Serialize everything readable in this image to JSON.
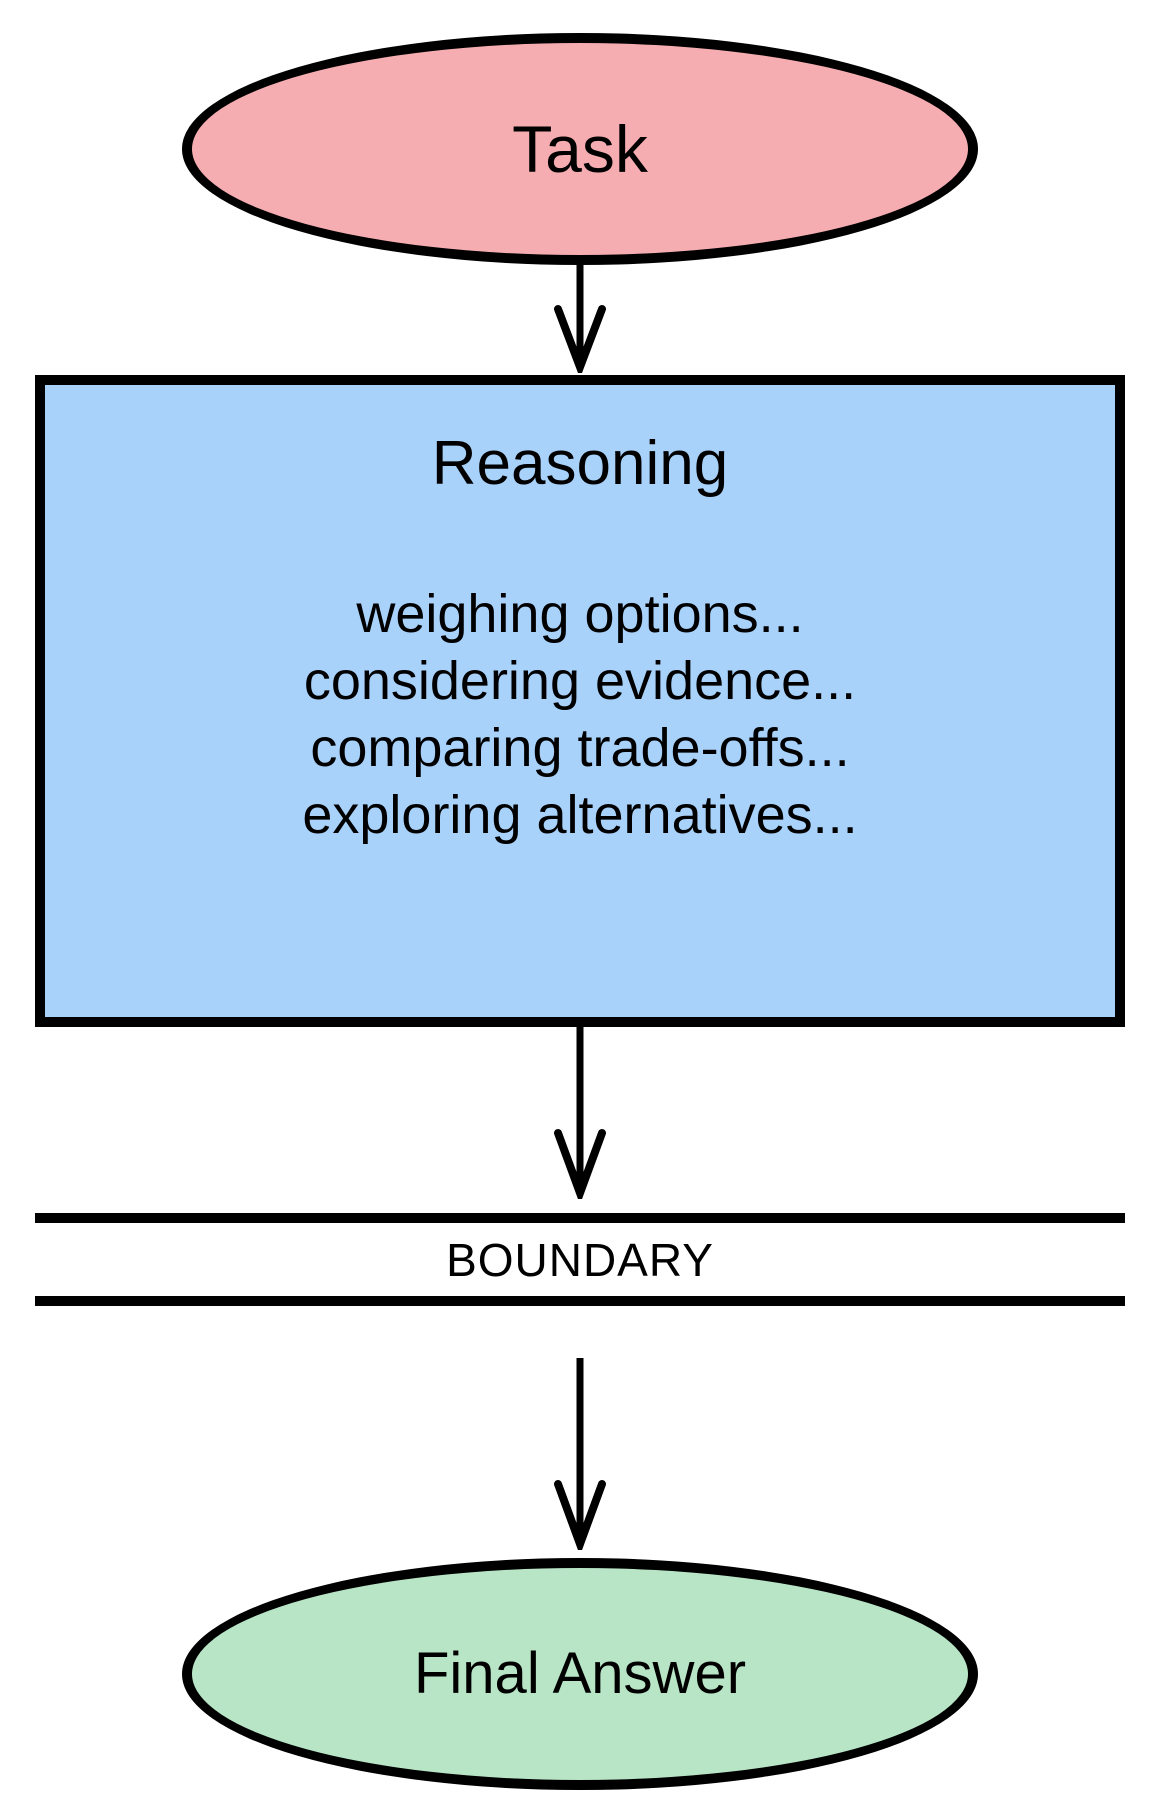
{
  "diagram": {
    "nodes": {
      "task": {
        "label": "Task",
        "fill": "#f5adb2"
      },
      "reasoning": {
        "title": "Reasoning",
        "lines": [
          "weighing options...",
          "considering evidence...",
          "comparing trade-offs...",
          "exploring alternatives..."
        ],
        "fill": "#a9d2fb"
      },
      "final_answer": {
        "label": "Final Answer",
        "fill": "#b7e5c6"
      }
    },
    "boundary": {
      "label": "BOUNDARY"
    },
    "stroke_color": "#000000",
    "background": "#ffffff"
  }
}
